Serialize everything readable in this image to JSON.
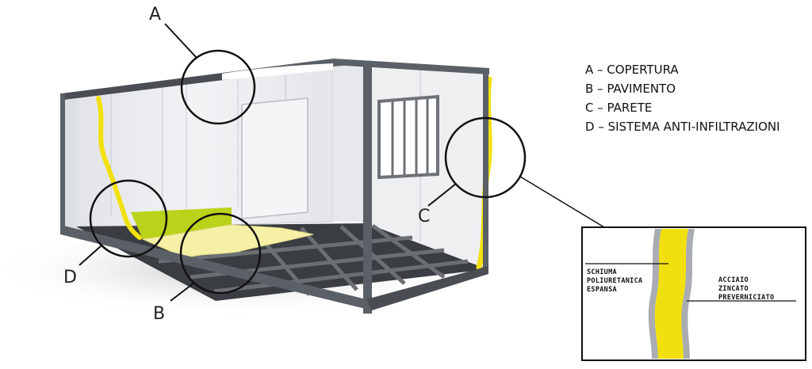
{
  "callouts": {
    "a": "A",
    "b": "B",
    "c": "C",
    "d": "D"
  },
  "legend": [
    "A – COPERTURA",
    "B – PAVIMENTO",
    "C – PARETE",
    "D – SISTEMA ANTI-INFILTRAZIONI"
  ],
  "inset": {
    "left_label": [
      "SCHIUMA",
      "POLIURETANICA",
      "ESPANSA"
    ],
    "right_label": [
      "ACCIAIO",
      "ZINCATO",
      "PREVERNICIATO"
    ]
  },
  "colors": {
    "frame": "#5b6066",
    "frame_dark": "#3f4348",
    "wall": "#e9ebee",
    "foam_yellow": "#f2e00e",
    "floor_green": "#b9d31a",
    "floor_pale": "#f5f0a6",
    "floor_grid": "#2e3033",
    "shadow": "#c9c9c9"
  }
}
